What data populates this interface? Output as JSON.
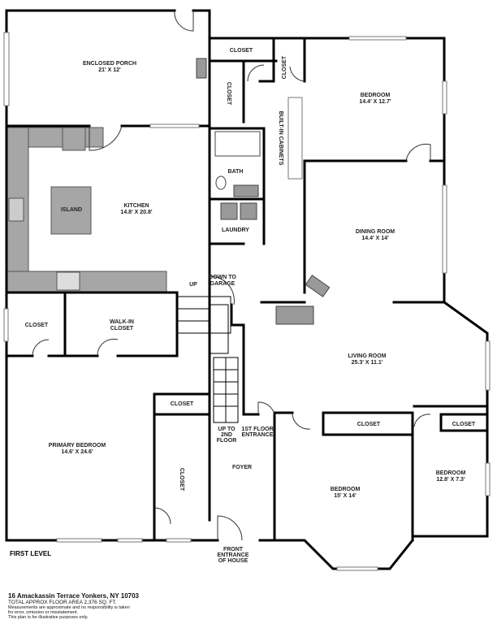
{
  "plan": {
    "level": "FIRST LEVEL",
    "address": "16 Amackassin Terrace Yonkers, NY 10703",
    "total_area": "TOTAL APPROX FLOOR AREA  2,376 SQ. FT.",
    "disclaimer": [
      "Measurements are approximate and no responsibility is taken",
      "for error, omission or misstatement.",
      "This plan is for illustrative purposes only."
    ]
  },
  "rooms": {
    "porch": {
      "name": "ENCLOSED PORCH",
      "size": "21' X 12'"
    },
    "kitchen": {
      "name": "KITCHEN",
      "size": "14.8' X 20.8'"
    },
    "island": "ISLAND",
    "bedroom_ne": {
      "name": "BEDROOM",
      "size": "14.4' X 12.7'"
    },
    "dining": {
      "name": "DINING ROOM",
      "size": "14.4' X 14'"
    },
    "living": {
      "name": "LIVING ROOM",
      "size": "25.3' X 11.1'"
    },
    "primary": {
      "name": "PRIMARY BEDROOM",
      "size": "14.6' X 24.6'"
    },
    "bedroom_s": {
      "name": "BEDROOM",
      "size": "15' X 14'"
    },
    "bedroom_se": {
      "name": "BEDROOM",
      "size": "12.8' X 7.3'"
    },
    "bath": "BATH",
    "laundry": "LAUNDRY",
    "foyer": "FOYER",
    "walkin": [
      "WALK-IN",
      "CLOSET"
    ],
    "closet": "CLOSET",
    "builtin": "BUILT-IN CABINETS",
    "up": "UP",
    "down_garage": [
      "DOWN TO",
      "GARAGE"
    ],
    "up_2nd": [
      "UP TO",
      "2ND",
      "FLOOR"
    ],
    "entrance_1st": [
      "1ST FLOOR",
      "ENTRANCE"
    ],
    "front_entrance": [
      "FRONT",
      "ENTRANCE",
      "OF HOUSE"
    ]
  }
}
